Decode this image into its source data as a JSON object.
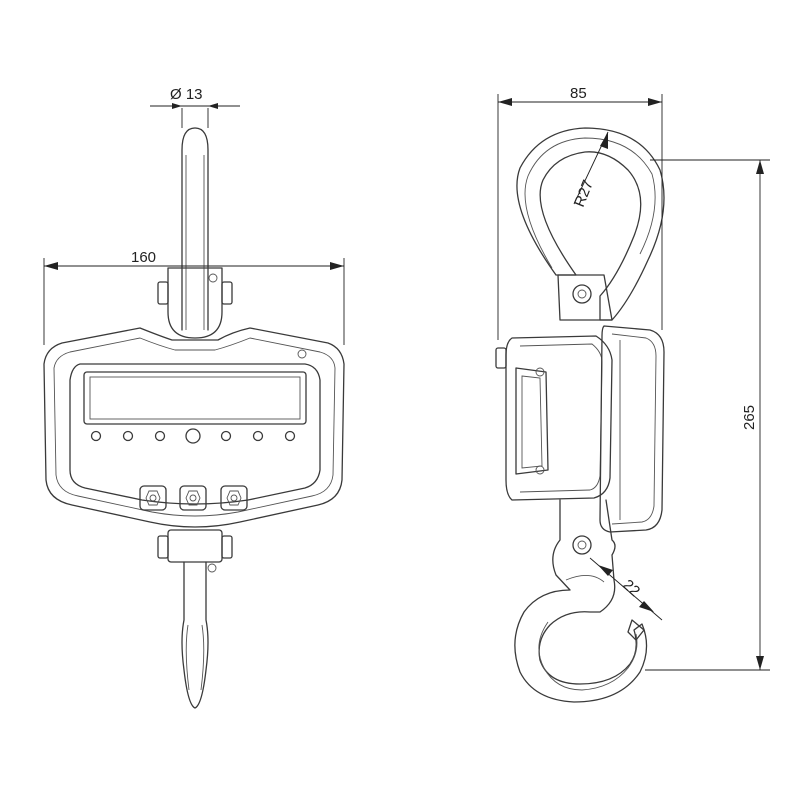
{
  "dimensions": {
    "ring_diameter": "Ø 13",
    "body_width": "160",
    "side_width": "85",
    "ring_radius": "R27",
    "total_height": "265",
    "hook_opening": "22"
  },
  "display": {
    "indicator_count": 7,
    "button_count": 3
  }
}
